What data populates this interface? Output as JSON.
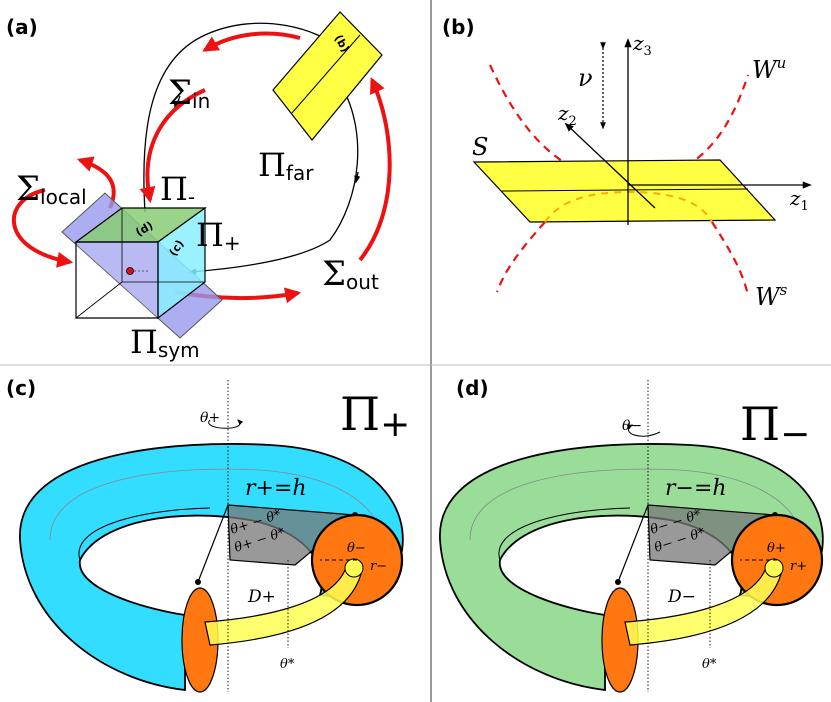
{
  "panels": {
    "a": {
      "label": "(a)",
      "sigma_in_sym": "Σ",
      "sigma_in_sub": "in",
      "sigma_local_sym": "Σ",
      "sigma_local_sub": "local",
      "sigma_out_sym": "Σ",
      "sigma_out_sub": "out",
      "pi_minus_sym": "Π",
      "pi_minus_sub": "-",
      "pi_plus_sym": "Π",
      "pi_plus_sub": "+",
      "pi_far_sym": "Π",
      "pi_far_sub": "far",
      "pi_sym_sym": "Π",
      "pi_sym_sub": "sym",
      "face_b": "(b)",
      "face_c": "(c)",
      "face_d": "(d)",
      "colors": {
        "flow_red": "#ee1111",
        "plane_yellow": "#ffff44",
        "plane_blue": "#9999ee",
        "face_green": "#88cc77",
        "face_cyan": "#88eeff"
      }
    },
    "b": {
      "label": "(b)",
      "nu": "ν",
      "z1_sym": "z",
      "z1_sub": "1",
      "z2_sym": "z",
      "z2_sub": "2",
      "z3_sym": "z",
      "z3_sub": "3",
      "S": "S",
      "Wu_sym": "W",
      "Wu_sup": "u",
      "Ws_sym": "W",
      "Ws_sup": "s",
      "colors": {
        "manifold_red": "#ee1111",
        "plane_yellow": "#ffff44",
        "manifold_orange": "#ffaa00"
      }
    },
    "c": {
      "label": "(c)",
      "title_sym": "Π",
      "title_sub": "+",
      "theta_axis": "θ+",
      "radius_eq": "r+=h",
      "angle1": "θ+ − θ*",
      "angle2": "θ+ − θ*",
      "theta_minus": "θ−",
      "r_minus": "r−",
      "D": "D+",
      "theta_star": "θ*",
      "colors": {
        "torus": "#33ddff",
        "disk": "#ff7711",
        "tube": "#ffff55",
        "wedge": "#777777"
      }
    },
    "d": {
      "label": "(d)",
      "title_sym": "Π",
      "title_sub": "−",
      "theta_axis": "θ−",
      "radius_eq": "r−=h",
      "angle1": "θ− − θ*",
      "angle2": "θ− − θ*",
      "theta_plus": "θ+",
      "r_plus": "r+",
      "D": "D−",
      "theta_star": "θ*",
      "colors": {
        "torus": "#99dd99",
        "disk": "#ff7711",
        "tube": "#ffff55",
        "wedge": "#777777"
      }
    }
  }
}
